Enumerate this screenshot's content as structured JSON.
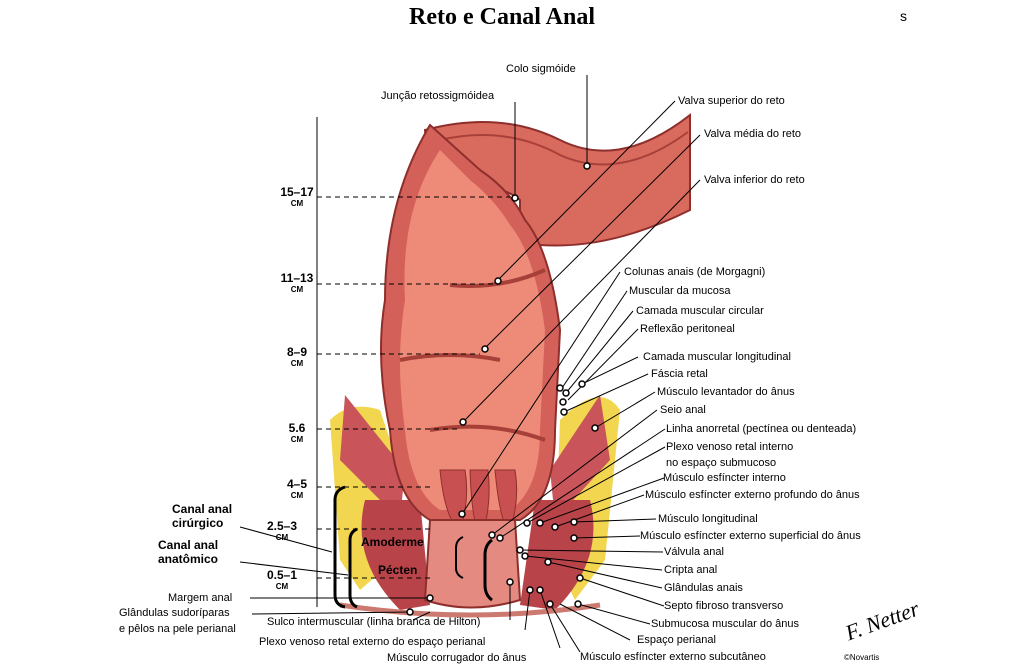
{
  "title": "Reto e Canal Anal",
  "title_mark": "s",
  "distances": [
    {
      "value": "15–17",
      "unit": "CM"
    },
    {
      "value": "11–13",
      "unit": "CM"
    },
    {
      "value": "8–9",
      "unit": "CM"
    },
    {
      "value": "5.6",
      "unit": "CM"
    },
    {
      "value": "4–5",
      "unit": "CM"
    },
    {
      "value": "2.5–3",
      "unit": "CM"
    },
    {
      "value": "0.5–1",
      "unit": "CM"
    }
  ],
  "groups": [
    "Canal anal cirúrgico",
    "Canal anal anatômico"
  ],
  "zones": [
    "Amoderme",
    "Pécten"
  ],
  "labels_top": [
    "Colo sigmóide",
    "Junção retossigmóidea"
  ],
  "labels_right": [
    "Valva superior do reto",
    "Valva média do reto",
    "Valva inferior do reto",
    "Colunas anais (de Morgagni)",
    "Muscular da mucosa",
    "Camada muscular circular",
    "Reflexão peritoneal",
    "Camada muscular longitudinal",
    "Fáscia retal",
    "Músculo levantador do ânus",
    "Seio anal",
    "Linha anorretal (pectínea ou denteada)",
    "Plexo venoso retal interno",
    "no espaço submucoso",
    "Músculo esfíncter interno",
    "Músculo esfíncter externo profundo do ânus",
    "Músculo longitudinal",
    "Músculo esfíncter externo superficial do ânus",
    "Válvula anal",
    "Cripta anal",
    "Glândulas anais",
    "Septo fibroso transverso",
    "Submucosa muscular do ânus",
    "Espaço perianal"
  ],
  "labels_left": [
    "Margem anal",
    "Glândulas sudoríparas",
    "e pêlos na pele perianal"
  ],
  "labels_bottom": [
    "Sulco intermuscular (linha branca de Hilton)",
    "Plexo venoso retal externo do espaço perianal",
    "Músculo corrugador do ânus",
    "Músculo esfíncter externo subcutâneo"
  ],
  "signature": "F. Netter",
  "company": "©Novartis"
}
